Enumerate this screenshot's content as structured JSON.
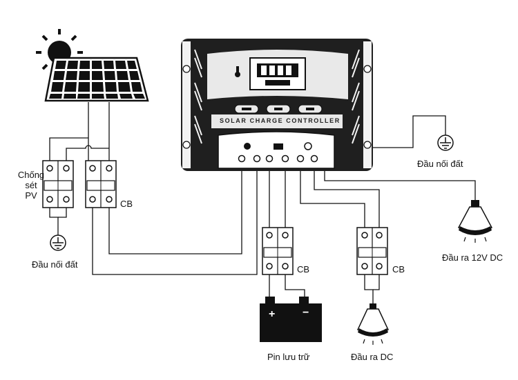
{
  "controller": {
    "title": "SOLAR CHARGE CONTROLLER"
  },
  "labels": {
    "surge_protector": [
      "Chống",
      "sét",
      "PV"
    ],
    "cb_left": "CB",
    "cb_battery": "CB",
    "cb_dc": "CB",
    "ground_left": "Đầu nối đất",
    "ground_right": "Đầu nối đất",
    "battery": "Pin lưu trữ",
    "dc_output": "Đầu ra DC",
    "output_12v": "Đầu ra 12V DC"
  },
  "battery_signs": {
    "plus": "+",
    "minus": "−"
  },
  "colors": {
    "line": "#111111",
    "body": "#1f1f1f",
    "panel": "#e9e9e9",
    "white": "#ffffff"
  },
  "icons": [
    "sun-icon",
    "solar-panel-icon",
    "thermometer-icon",
    "lcd-display-icon",
    "bulb-icon",
    "battery-icon",
    "ground-icon",
    "circuit-breaker-icon",
    "surge-protector-icon"
  ]
}
